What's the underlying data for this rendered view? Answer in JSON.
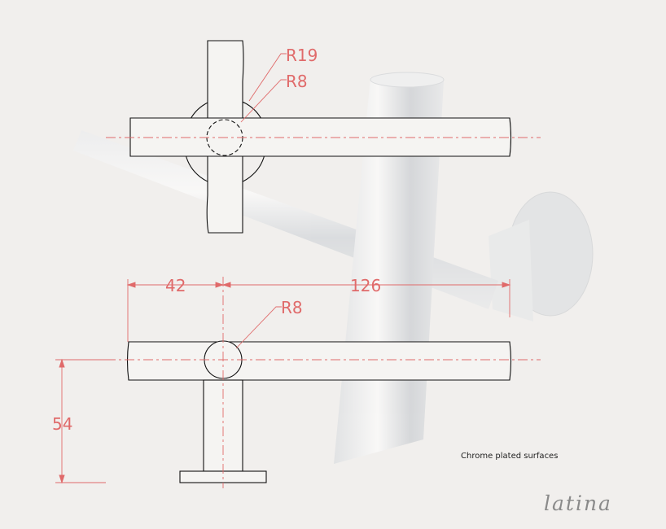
{
  "drawing": {
    "top_view": {
      "radius_outer_label": "R19",
      "radius_inner_label": "R8"
    },
    "side_view": {
      "offset_dim": "42",
      "length_dim": "126",
      "radius_label": "R8",
      "height_dim": "54"
    }
  },
  "notes": {
    "finish": "Chrome plated surfaces"
  },
  "brand": {
    "name": "latina"
  },
  "colors": {
    "background": "#f1efed",
    "outline": "#111111",
    "dimension": "#e06a6a",
    "chrome": "#cfd3d8"
  }
}
